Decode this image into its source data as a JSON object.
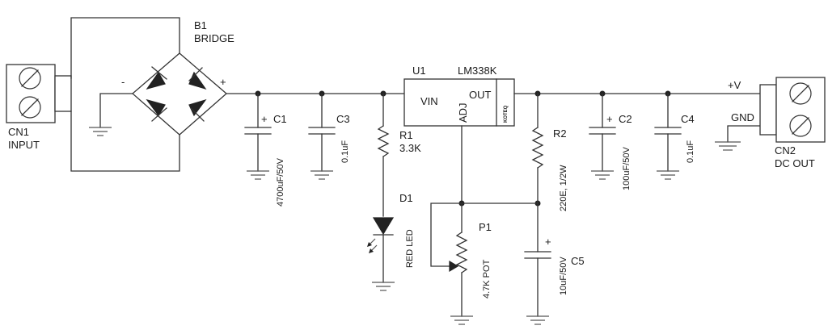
{
  "cn1": {
    "ref": "CN1",
    "name": "INPUT"
  },
  "b1": {
    "ref": "B1",
    "name": "BRIDGE",
    "minus": "-",
    "plus": "+"
  },
  "c1": {
    "ref": "C1",
    "polarity": "+",
    "value": "4700uF/50V"
  },
  "c3": {
    "ref": "C3",
    "value": "0.1uF"
  },
  "r1": {
    "ref": "R1",
    "value": "3.3K"
  },
  "d1": {
    "ref": "D1",
    "value": "RED LED"
  },
  "u1": {
    "ref": "U1",
    "part": "LM338K",
    "pin_in": "VIN",
    "pin_out": "OUT",
    "pin_adj": "ADJ",
    "brand": "KOTEQ"
  },
  "p1": {
    "ref": "P1",
    "value": "4.7K POT"
  },
  "r2": {
    "ref": "R2",
    "value": "220E, 1/2W"
  },
  "c5": {
    "ref": "C5",
    "polarity": "+",
    "value": "10uF/50V"
  },
  "c2": {
    "ref": "C2",
    "polarity": "+",
    "value": "100uF/50V"
  },
  "c4": {
    "ref": "C4",
    "value": "0.1uF"
  },
  "cn2": {
    "ref": "CN2",
    "name": "DC OUT",
    "pos": "+V",
    "gnd": "GND"
  }
}
